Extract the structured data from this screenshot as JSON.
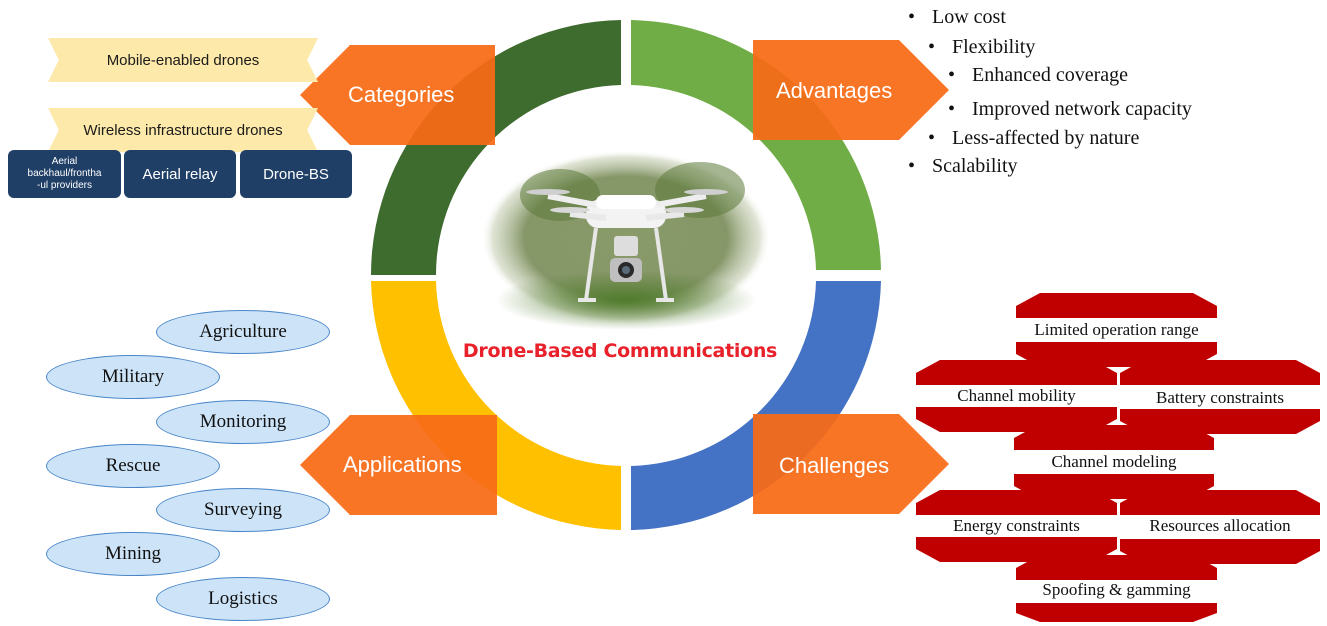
{
  "center": {
    "title": "Drone-Based Communications"
  },
  "arrows": {
    "categories": "Categories",
    "advantages": "Advantages",
    "applications": "Applications",
    "challenges": "Challenges"
  },
  "categories": {
    "bands": [
      "Mobile-enabled drones",
      "Wireless infrastructure drones"
    ],
    "boxes": [
      {
        "lines": [
          "Aerial",
          "backhaul/frontha",
          "-ul providers"
        ]
      },
      {
        "lines": [
          "Aerial relay"
        ]
      },
      {
        "lines": [
          "Drone-BS"
        ]
      }
    ]
  },
  "advantages": {
    "items": [
      "Low cost",
      "Flexibility",
      "Enhanced coverage",
      "Improved network capacity",
      "Less-affected by nature",
      "Scalability"
    ]
  },
  "applications": {
    "items": [
      "Agriculture",
      "Military",
      "Monitoring",
      "Rescue",
      "Surveying",
      "Mining",
      "Logistics"
    ]
  },
  "challenges": {
    "items": [
      "Limited operation range",
      "Channel mobility",
      "Battery constraints",
      "Channel modeling",
      "Energy constraints",
      "Resources allocation",
      "Spoofing & gamming"
    ]
  },
  "colors": {
    "categories_segment": "#3e6b2e",
    "advantages_segment": "#70ad47",
    "applications_segment": "#ffc000",
    "challenges_segment": "#4472c4",
    "arrow": "#f86b15",
    "challenge_red": "#c00000",
    "title_red": "#e8212b",
    "category_box": "#1f3f66",
    "category_band": "#fde9a9",
    "app_fill": "#cde4f8"
  },
  "icons": {
    "center_image": "drone-photo"
  }
}
